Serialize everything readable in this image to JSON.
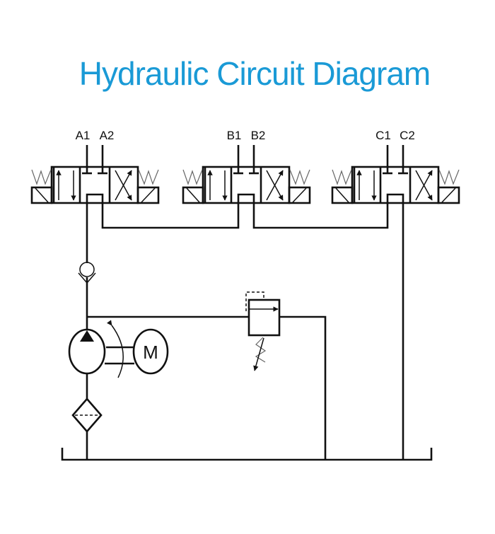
{
  "title": "Hydraulic Circuit Diagram",
  "colors": {
    "title": "#1a9ad6",
    "line": "#111111"
  },
  "valves": [
    {
      "port1": "A1",
      "port2": "A2"
    },
    {
      "port1": "B1",
      "port2": "B2"
    },
    {
      "port1": "C1",
      "port2": "C2"
    }
  ],
  "motor_label": "M"
}
